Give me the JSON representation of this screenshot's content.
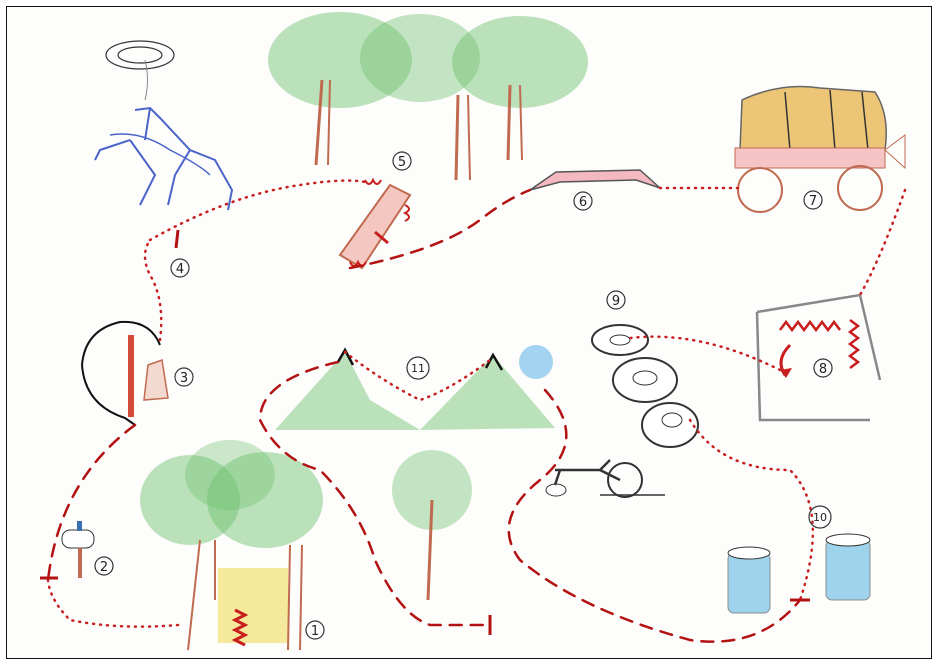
{
  "colors": {
    "dotted_path": "#c81e1e",
    "dashed_path": "#b31212",
    "tree_foliage": "#6bbf6b",
    "tree_trunk": "#c06a50",
    "horse_rider": "#4a64c8",
    "wagon_cover": "#e7b44a",
    "barrel": "#4fb3e0",
    "tire": "#333333",
    "ball": "#5ab0e6"
  },
  "stations": [
    {
      "label": "1",
      "icon": "tree-with-spring-icon"
    },
    {
      "label": "2",
      "icon": "mailbox-icon"
    },
    {
      "label": "3",
      "icon": "lasso-bag-icon"
    },
    {
      "label": "4",
      "icon": "horse-rider-icon"
    },
    {
      "label": "5",
      "icon": "log-spring-icon"
    },
    {
      "label": "6",
      "icon": "ramp-icon"
    },
    {
      "label": "7",
      "icon": "covered-wagon-icon"
    },
    {
      "label": "8",
      "icon": "spring-frame-icon"
    },
    {
      "label": "9",
      "icon": "tire-stack-icon"
    },
    {
      "label": "10",
      "icon": "barrels-icon"
    },
    {
      "label": "11",
      "icon": "mountains-icon"
    }
  ]
}
